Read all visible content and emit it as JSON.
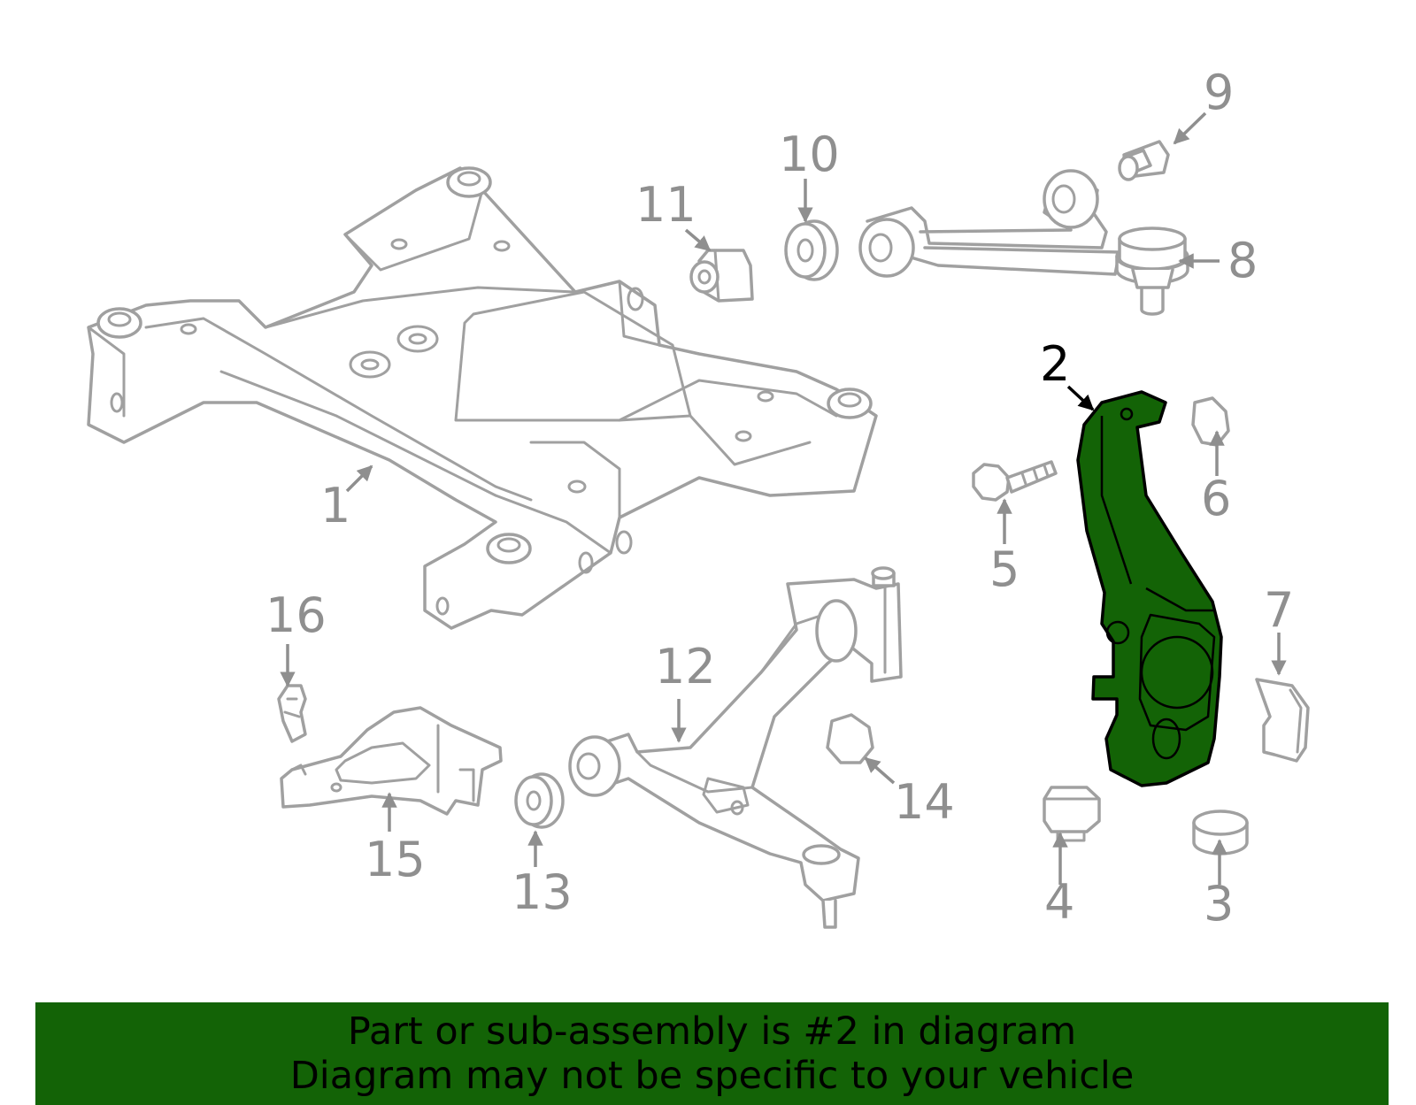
{
  "highlight_color": "#136306",
  "line_color": "#a0a0a0",
  "highlighted_part": "2",
  "callouts": {
    "c1": "1",
    "c2": "2",
    "c3": "3",
    "c4": "4",
    "c5": "5",
    "c6": "6",
    "c7": "7",
    "c8": "8",
    "c9": "9",
    "c10": "10",
    "c11": "11",
    "c12": "12",
    "c13": "13",
    "c14": "14",
    "c15": "15",
    "c16": "16"
  },
  "banner": {
    "line1": "Part or sub-assembly is #2 in diagram",
    "line2": "Diagram may not be specific to your vehicle"
  }
}
